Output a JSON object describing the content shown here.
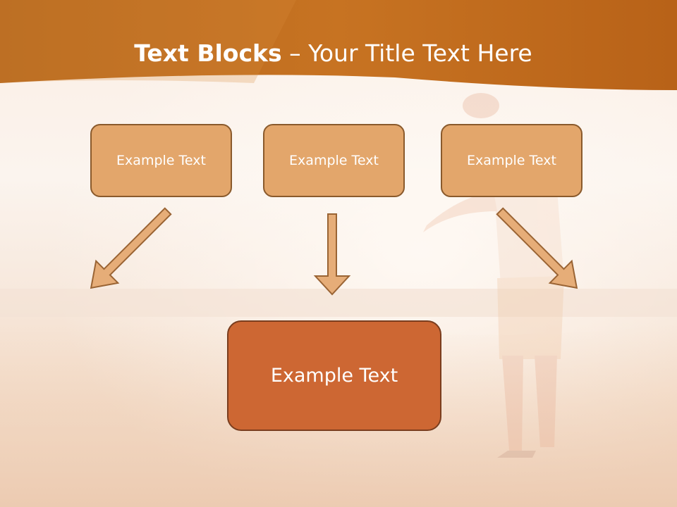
{
  "title": {
    "strong": "Text Blocks",
    "rest": " – Your Title Text Here"
  },
  "blocks": {
    "left": "Example Text",
    "center": "Example Text",
    "right": "Example Text",
    "result": "Example Text"
  },
  "colors": {
    "header": "#c56f1c",
    "block_fill": "#e3a66b",
    "block_border": "#8a5a2c",
    "result_fill": "#cd6733",
    "arrow_fill": "#e6ad78",
    "arrow_stroke": "#9a6434"
  }
}
